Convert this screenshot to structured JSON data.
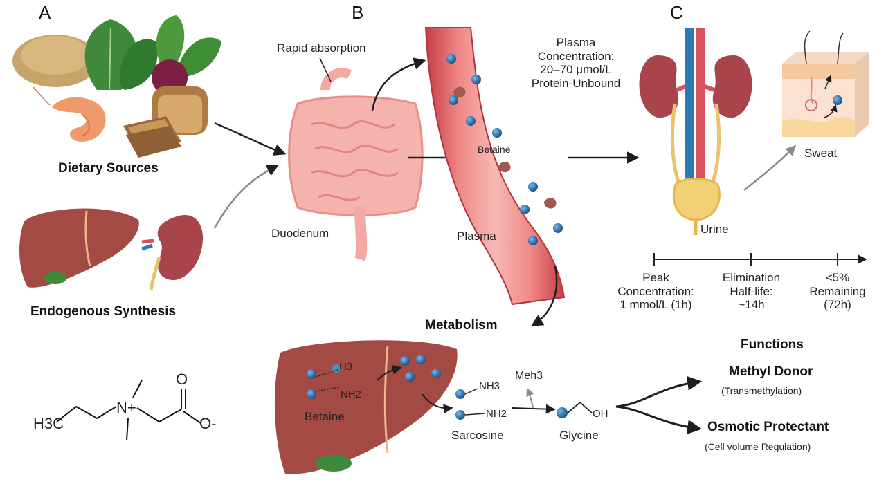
{
  "panels": {
    "a": "A",
    "b": "B",
    "c": "C"
  },
  "panel_a": {
    "dietary_sources": "Dietary Sources",
    "endogenous_synthesis": "Endogenous Synthesis",
    "molecule": {
      "left_group": "H3C",
      "n_plus": "N+",
      "oxygen_top": "O",
      "oxygen_minus": "O-"
    }
  },
  "panel_b": {
    "rapid_absorption": "Rapid absorption",
    "duodenum": "Duodenum",
    "plasma_concentration": "Plasma\nConcentration:\n20–70 μmol/L\nProtein-Unbound",
    "betaine_vessel": "Betaine",
    "plasma": "Plasma"
  },
  "metabolism": {
    "title": "Metabolism",
    "betaine": "Betaine",
    "betaine_h3": "H3",
    "betaine_nh2": "NH2",
    "sarcosine": "Sarcosine",
    "sarcosine_nh3": "NH3",
    "sarcosine_nh2": "NH2",
    "meh3": "Meh3",
    "glycine": "Glycine",
    "glycine_oh": "OH"
  },
  "panel_c": {
    "urine": "Urine",
    "sweat": "Sweat",
    "timeline": [
      {
        "label": "Peak\nConcentration:\n1 mmol/L (1h)"
      },
      {
        "label": "Elimination\nHalf-life:\n~14h"
      },
      {
        "label": "<5%\nRemaining\n(72h)"
      }
    ]
  },
  "functions": {
    "title": "Functions",
    "methyl_donor": "Methyl Donor",
    "methyl_sub": "(Transmethylation)",
    "osmotic": "Osmotic Protectant",
    "osmotic_sub": "(Cell volume Regulation)"
  },
  "colors": {
    "vessel": "#d9515a",
    "vessel_inner": "#f5b8b5",
    "molecule": "#2e78b5",
    "liver": "#a34a45",
    "intestine": "#f2a9a4",
    "kidney": "#a8454a",
    "bladder": "#f2d176"
  }
}
